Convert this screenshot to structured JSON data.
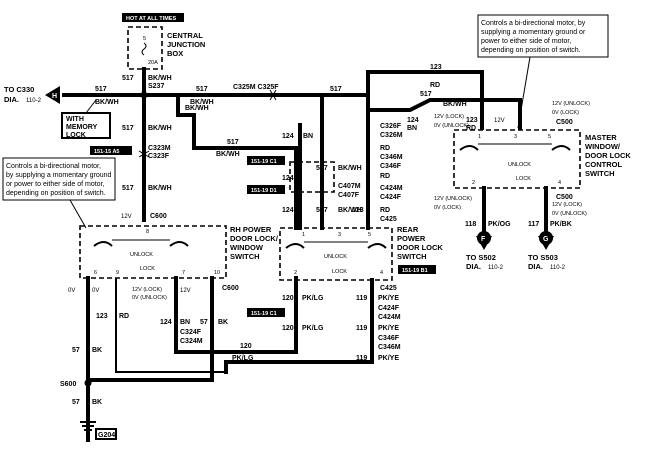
{
  "header": {
    "hot_label": "HOT AT ALL TIMES"
  },
  "fuse": {
    "number": "5",
    "rating": "20A"
  },
  "cjb": {
    "line1": "CENTRAL",
    "line2": "JUNCTION",
    "line3": "BOX"
  },
  "left_ref": {
    "line1": "TO C330",
    "dia": "DIA.",
    "page": "110-2"
  },
  "memory_lock": {
    "line1": "WITH",
    "line2": "MEMORY",
    "line3": "LOCK"
  },
  "notes": {
    "left": [
      "Controls a bi-directional motor,",
      "by supplying a momentary ground",
      "or power to either side of motor,",
      "depending on position of switch."
    ],
    "right": [
      "Controls a bi-directional motor, by",
      "supplying a momentary ground or",
      "power to either side of motor,",
      "depending on position of switch."
    ]
  },
  "page_refs": {
    "r1": "151-15 A5",
    "r2": "151-19 C1",
    "r3": "151-19 D1",
    "r4": "151-19 B1",
    "r5": "151-19 C1"
  },
  "switches": {
    "rh": {
      "line1": "RH POWER",
      "line2": "DOOR LOCK/",
      "line3": "WINDOW",
      "line4": "SWITCH",
      "unlock": "UNLOCK",
      "lock": "LOCK"
    },
    "rear": {
      "line1": "REAR",
      "line2": "POWER",
      "line3": "DOOR LOCK",
      "line4": "SWITCH",
      "unlock": "UNLOCK",
      "lock": "LOCK"
    },
    "master": {
      "line1": "MASTER",
      "line2": "WINDOW/",
      "line3": "DOOR LOCK",
      "line4": "CONTROL",
      "line5": "SWITCH",
      "unlock": "UNLOCK",
      "lock": "LOCK"
    }
  },
  "connectors": {
    "c600": "C600",
    "c425": "C425",
    "c500": "C500",
    "s237": "S237",
    "c325": "C325M  C325F",
    "c323m": "C323M",
    "c323f": "C323F",
    "c326f": "C326F",
    "c326m": "C326M",
    "c346m": "C346M",
    "c346f": "C346F",
    "c407m": "C407M",
    "c407f": "C407F",
    "c424m": "C424M",
    "c424f": "C424F",
    "c324f": "C324F",
    "c324m": "C324M",
    "s600": "S600",
    "g204": "G204"
  },
  "wires": {
    "c517": "517",
    "bkwh": "BK/WH",
    "c123": "123",
    "rd": "RD",
    "c124": "124",
    "bn": "BN",
    "c120": "120",
    "pklg": "PK/LG",
    "c119": "119",
    "pkye": "PK/YE",
    "c118": "118",
    "pkog": "PK/OG",
    "c117": "117",
    "pkbk": "PK/BK",
    "c57": "57",
    "bk": "BK"
  },
  "voltages": {
    "v12": "12V",
    "v0": "0V",
    "v12unlock": "12V (UNLOCK)",
    "v0lock": "0V (LOCK)",
    "v12lock": "12V (LOCK)",
    "v0unlock": "0V (UNLOCK)"
  },
  "pins": {
    "p1": "1",
    "p2": "2",
    "p3": "3",
    "p4": "4",
    "p5": "5",
    "p6": "6",
    "p7": "7",
    "p8": "8",
    "p9": "9",
    "p10": "10"
  },
  "terminals": {
    "h": "H",
    "f": "F",
    "g": "G"
  },
  "bottom_refs": {
    "s502": "TO S502",
    "s503": "TO S503",
    "dia": "DIA.",
    "page": "110-2"
  }
}
